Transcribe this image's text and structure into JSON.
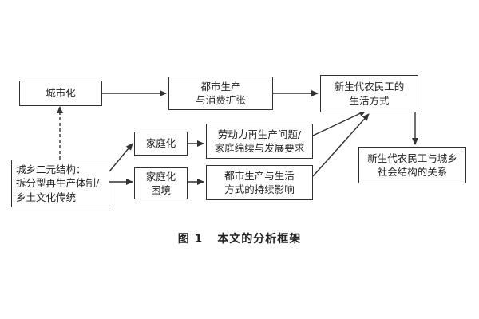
{
  "nodes": {
    "urbanization": "城市化",
    "urban_production": "都市生产\n与消费扩张",
    "life_style": "新生代农民工的\n生活方式",
    "familization": "家庭化",
    "labor_reproduction": "劳动力再生产问题/\n家庭绵续与发展要求",
    "relation": "新生代农民工与城乡\n社会结构的关系",
    "dual_structure": "城乡二元结构：\n拆分型再生产体制/\n乡土文化传统",
    "family_dilemma": "家庭化\n困境",
    "sustain_impact": "都市生产与生活\n方式的持续影响"
  },
  "caption": {
    "number": "图 1",
    "title": "本文的分析框架"
  }
}
